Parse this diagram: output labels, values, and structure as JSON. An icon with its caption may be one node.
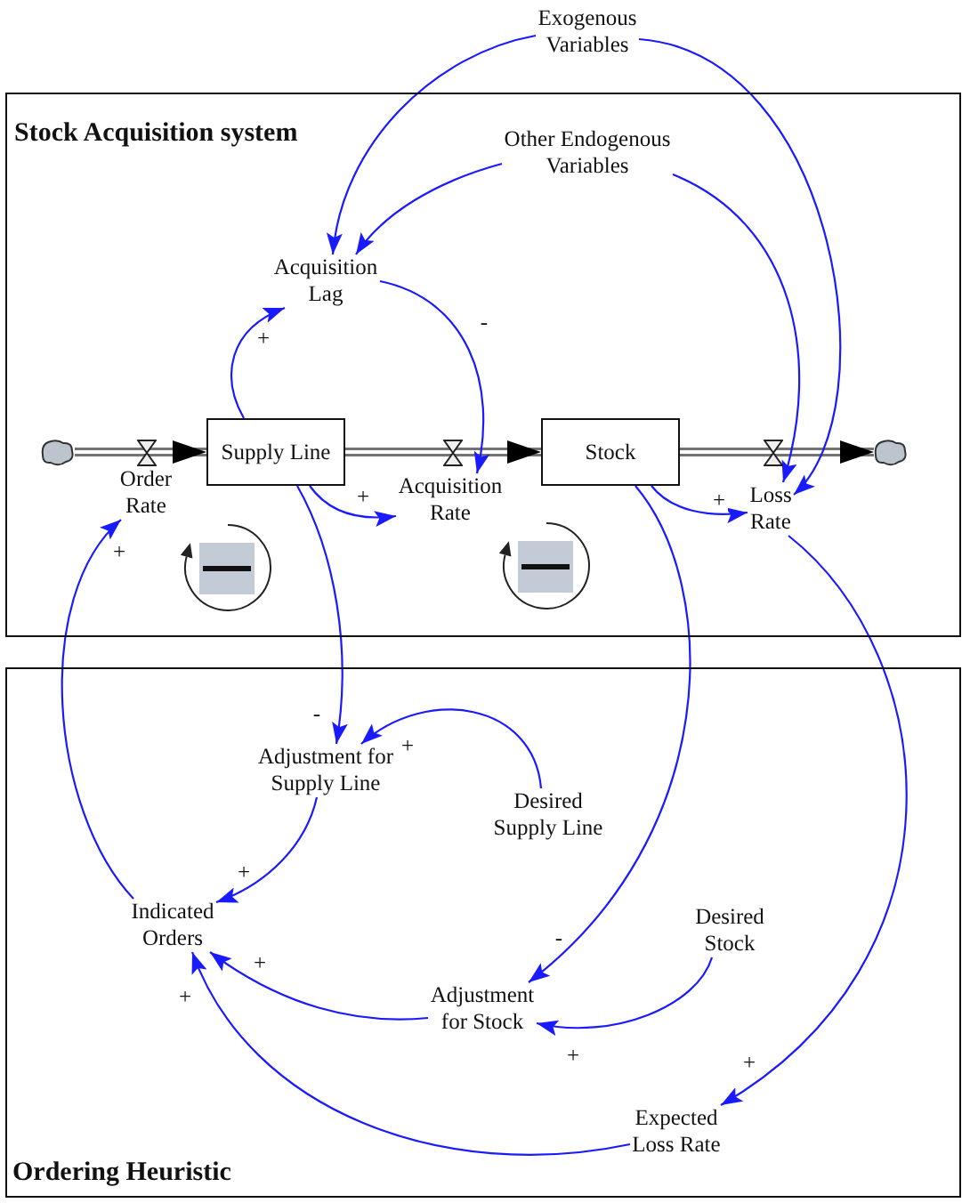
{
  "diagram": {
    "nodes": [
      {
        "text": [
          "Exogenous Variables"
        ]
      },
      {
        "text": [
          "Stock Acquisition system"
        ]
      },
      {
        "text": [
          "Other Endogenous Variables"
        ],
        "in": 1
      },
      {
        "text": [
          "Acquisition Lag"
        ],
        "in": 1
      },
      {
        "text": [],
        "shape": "cloud",
        "in": 1
      },
      {
        "text": [
          "Supply Line"
        ],
        "in": 1
      },
      {
        "text": [
          "Stock"
        ],
        "in": 1
      },
      {
        "text": [],
        "shape": "cloud",
        "in": 1
      },
      {
        "text": [
          "Order Rate"
        ],
        "in": 1
      },
      {
        "text": [
          "Acquisition Rate"
        ],
        "in": 1
      },
      {
        "text": [
          "Loss Rate"
        ],
        "in": 1
      },
      {
        "text": [
          "Ordering Heuristic"
        ]
      },
      {
        "text": [
          "Adjustment for Supply Line"
        ],
        "in": 11
      },
      {
        "text": [
          "Desired Supply Line"
        ],
        "in": 11
      },
      {
        "text": [
          "Indicated Orders"
        ],
        "in": 11
      },
      {
        "text": [
          "Desired Stock"
        ],
        "in": 11
      },
      {
        "text": [
          "Adjustment for Stock"
        ],
        "in": 11
      },
      {
        "text": [
          "Expected Loss Rate"
        ],
        "in": 11
      }
    ],
    "edges": [
      {
        "from": 4,
        "to": 5,
        "arrow": "to",
        "style": "thick",
        "color": "#000000"
      },
      {
        "from": 5,
        "to": 6,
        "arrow": "to",
        "style": "thick",
        "color": "#000000"
      },
      {
        "from": 6,
        "to": 7,
        "arrow": "to",
        "style": "thick",
        "color": "#000000"
      },
      {
        "from": 0,
        "to": 3,
        "arrow": "to"
      },
      {
        "from": 0,
        "to": 10,
        "arrow": "to"
      },
      {
        "from": 2,
        "to": 3,
        "arrow": "to"
      },
      {
        "from": 2,
        "to": 10,
        "arrow": "to"
      },
      {
        "from": 3,
        "to": 9,
        "label": "-",
        "arrow": "to"
      },
      {
        "from": 5,
        "to": 3,
        "label": "+",
        "arrow": "to"
      },
      {
        "from": 5,
        "to": 9,
        "label": "+",
        "arrow": "to"
      },
      {
        "from": 6,
        "to": 10,
        "label": "+",
        "arrow": "to"
      },
      {
        "from": 14,
        "to": 8,
        "label": "+",
        "arrow": "to"
      },
      {
        "from": 5,
        "to": 12,
        "label": "-",
        "arrow": "to"
      },
      {
        "from": 13,
        "to": 12,
        "label": "+",
        "arrow": "to"
      },
      {
        "from": 12,
        "to": 14,
        "label": "+",
        "arrow": "to"
      },
      {
        "from": 6,
        "to": 16,
        "label": "-",
        "arrow": "to"
      },
      {
        "from": 15,
        "to": 16,
        "label": "+",
        "arrow": "to"
      },
      {
        "from": 16,
        "to": 14,
        "label": "+",
        "arrow": "to"
      },
      {
        "from": 17,
        "to": 14,
        "label": "+",
        "arrow": "to"
      },
      {
        "from": 10,
        "to": 17,
        "label": "+",
        "arrow": "to"
      }
    ]
  }
}
